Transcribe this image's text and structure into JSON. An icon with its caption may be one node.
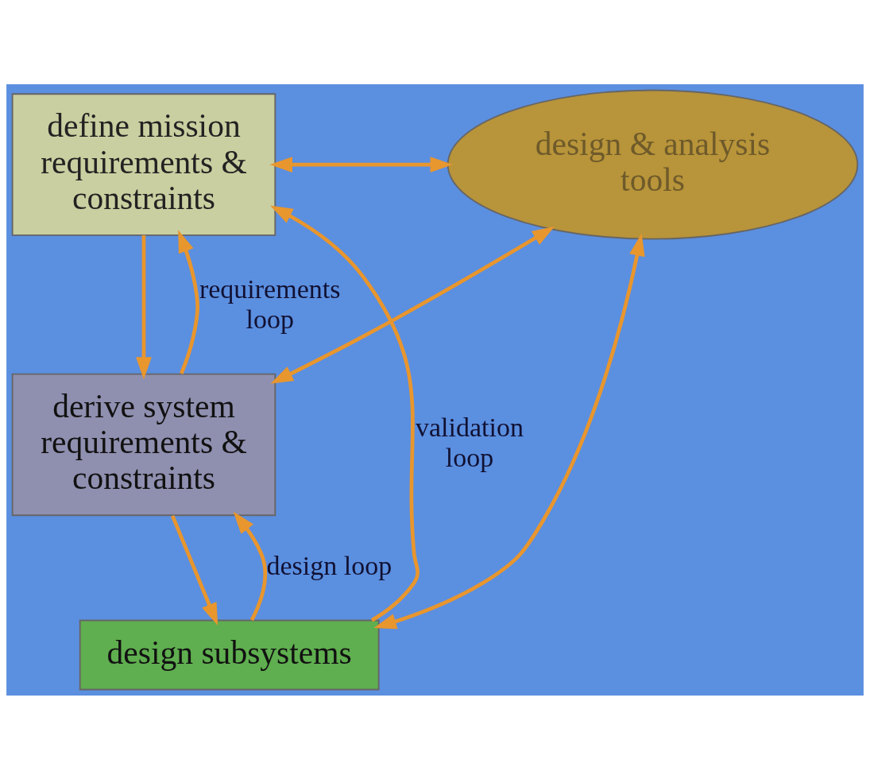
{
  "diagram": {
    "nodes": [
      {
        "text": [
          "define mission requirements & constraints"
        ]
      },
      {
        "text": [
          "design & analysis tools"
        ]
      },
      {
        "text": [
          "derive system requirements & constraints"
        ]
      },
      {
        "text": [
          "design subsystems"
        ]
      }
    ],
    "edges": [
      {
        "from": 0,
        "to": 1,
        "arrow": "both"
      },
      {
        "from": 0,
        "to": 2,
        "arrow": "to"
      },
      {
        "from": 2,
        "to": 0,
        "arrow": "to",
        "label": "requirements loop"
      },
      {
        "from": 1,
        "to": 2,
        "arrow": "both"
      },
      {
        "from": 1,
        "to": 3,
        "arrow": "both"
      },
      {
        "from": 2,
        "to": 3,
        "arrow": "to"
      },
      {
        "from": 3,
        "to": 2,
        "arrow": "to",
        "label": "design loop"
      },
      {
        "from": 3,
        "to": 0,
        "arrow": "to",
        "label": "validation loop"
      }
    ]
  }
}
